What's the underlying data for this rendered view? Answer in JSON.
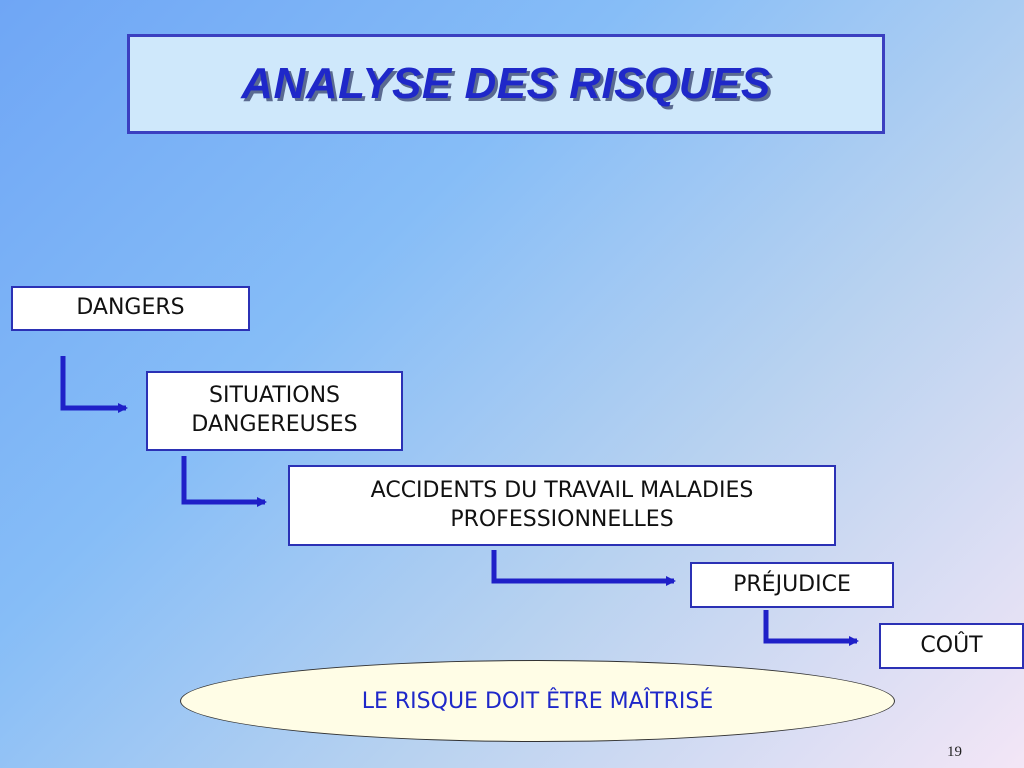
{
  "title": "ANALYSE DES RISQUES",
  "steps": [
    {
      "line1": "DANGERS"
    },
    {
      "line1": "SITUATIONS",
      "line2": "DANGEREUSES"
    },
    {
      "line1": "ACCIDENTS DU TRAVAIL MALADIES",
      "line2": "PROFESSIONNELLES"
    },
    {
      "line1": "PRÉJUDICE"
    },
    {
      "line1": "COÛT"
    }
  ],
  "conclusion": "LE RISQUE DOIT ÊTRE MAÎTRISÉ",
  "page_number": "19",
  "colors": {
    "accent": "#1f28c9",
    "arrow": "#1f20c8"
  }
}
